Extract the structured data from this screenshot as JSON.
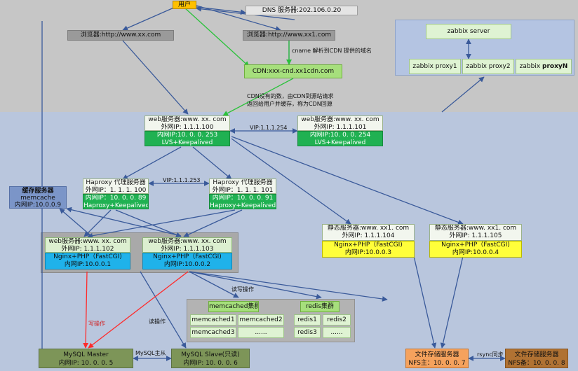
{
  "user": "用户",
  "dns": "DNS 服务器:202.106.0.20",
  "browser_left": "浏览器:http://www.xx.com",
  "browser_right": "浏览器:http://www.xx1.com",
  "cname_note": "cname 解析到CDN 提供的域名",
  "cdn": "CDN:xxx-cnd.xx1cdn.com",
  "cdn_note_1": "CDN没有的数，由CDN到源站请求",
  "cdn_note_2": "返回给用户并缓存，称为CDN回源",
  "zabbix": {
    "server": "zabbix server",
    "proxy1": "zabbix proxy1",
    "proxy2": "zabbix proxy2",
    "proxyN_prefix": "zabbix ",
    "proxyN_bold": "proxyN"
  },
  "lvs1": {
    "title": "web服务器:www. xx. com",
    "ext": "外网IP: 1.1.1.100",
    "int": "内网IP:10. 0. 0. 253",
    "role": "LVS+Keepalived"
  },
  "lvs2": {
    "title": "web服务器:www. xx. com",
    "ext": "外网IP: 1.1.1.101",
    "int": "内网IP:10. 0. 0. 254",
    "role": "LVS+Keepalived"
  },
  "vip_lvs": "VIP:1.1.1.254",
  "ha1": {
    "title": "Haproxy 代理服务器",
    "ext": "外网IP：1. 1. 1. 100",
    "int": "内网IP：10. 0. 0. 89",
    "role": "Haproxy+Keepalived"
  },
  "ha2": {
    "title": "Haproxy 代理服务器",
    "ext": "外网IP：1. 1. 1. 101",
    "int": "内网IP：10. 0. 0. 91",
    "role": "Haproxy+Keepalived"
  },
  "vip_ha": "VIP:1.1.1.253",
  "cache": {
    "title": "缓存服务器",
    "name": "memcache",
    "int": "内网IP:10.0.0.9"
  },
  "web1": {
    "title": "web服务器:www. xx. com",
    "ext": "外网IP: 1.1.1.102",
    "role": "Nginx+PHP（FastCGI)",
    "int": "内网IP:10.0.0.1"
  },
  "web2": {
    "title": "web服务器:www. xx. com",
    "ext": "外网IP: 1.1.1.103",
    "role": "Nginx+PHP（FastCGI)",
    "int": "内网IP:10.0.0.2"
  },
  "static1": {
    "title": "静态服务器:www. xx1. com",
    "ext": "外网IP: 1.1.1.104",
    "role": "Nginx+PHP（FastCGI)",
    "int": "内网IP:10.0.0.3"
  },
  "static2": {
    "title": "静态服务器:www. xx1. com",
    "ext": "外网IP: 1.1.1.105",
    "role": "Nginx+PHP（FastCGI)",
    "int": "内网IP:10.0.0.4"
  },
  "rw_label": "读写操作",
  "write_label": "写操作",
  "read_label": "读操作",
  "memcached": {
    "cluster": "memcached集群",
    "m1": "memcached1",
    "m2": "memcached2",
    "m3": "memcached3",
    "more": "......"
  },
  "redis": {
    "cluster": "redis集群",
    "r1": "redis1",
    "r2": "redis2",
    "r3": "redis3",
    "more": "......"
  },
  "mysql_master": {
    "title": "MySQL Master",
    "int": "内网IP: 10. 0. 0. 5"
  },
  "mysql_slave": {
    "title": "MySQL Slave(只读)",
    "int": "内网IP: 10. 0. 0. 6"
  },
  "mysql_repl": "MySQL主从",
  "nfs_main": {
    "title": "文件存储服务器",
    "int": "NFS主：10. 0. 0. 7"
  },
  "nfs_backup": {
    "title": "文件存储服务器",
    "int": "NFS备：10. 0. 0. 8"
  },
  "rsync": "rsync同步",
  "colors": {
    "wire_blue": "#3a5a9a",
    "wire_green": "#2bc23b",
    "wire_red": "#ff2a2a"
  }
}
